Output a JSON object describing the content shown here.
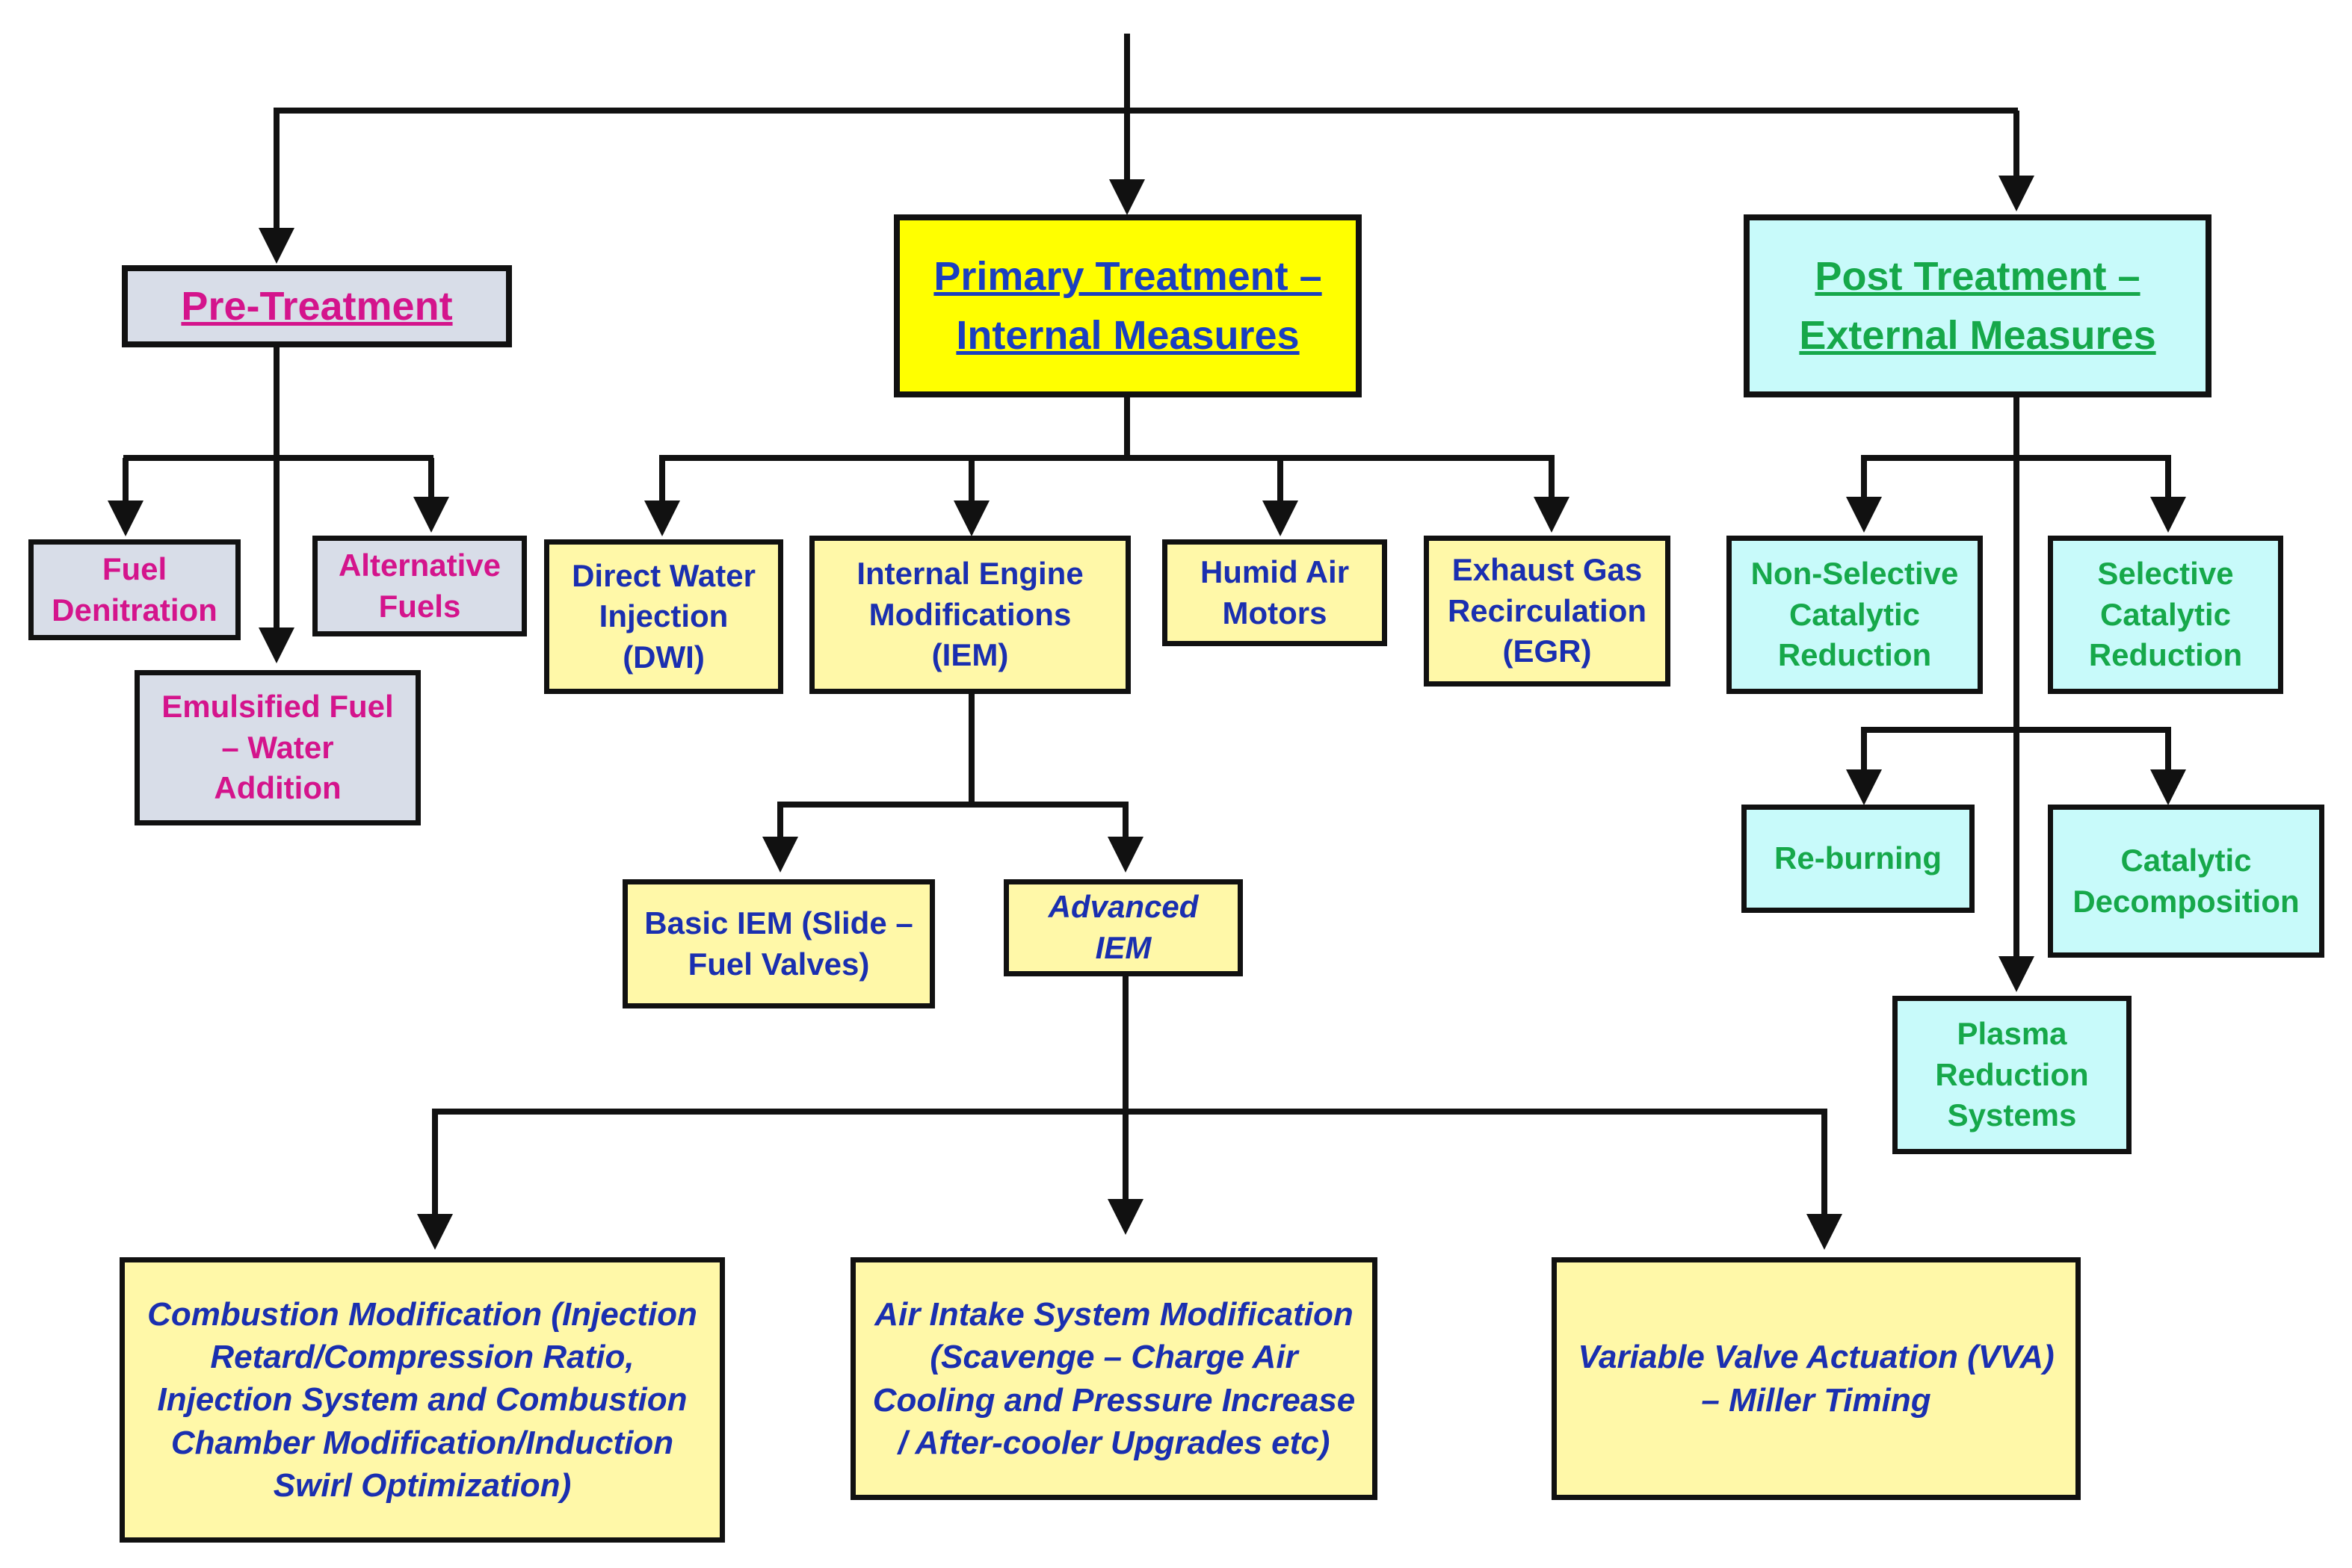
{
  "headers": {
    "pre": "Pre-Treatment",
    "primary": "Primary Treatment – Internal Measures",
    "post": "Post Treatment – External Measures"
  },
  "pre_items": {
    "fuel_denitration": "Fuel Denitration",
    "alternative_fuels": "Alternative Fuels",
    "emulsified_fuel": "Emulsified Fuel – Water Addition"
  },
  "primary_items": {
    "dwi": "Direct Water Injection (DWI)",
    "iem": "Internal Engine Modifications (IEM)",
    "humid_air": "Humid Air Motors",
    "egr": "Exhaust Gas Recirculation (EGR)",
    "basic_iem": "Basic IEM (Slide – Fuel Valves)",
    "advanced_iem": "Advanced IEM",
    "combustion": "Combustion Modification (Injection Retard/Compression Ratio, Injection System and Combustion Chamber Modification/Induction Swirl Optimization)",
    "air_intake": "Air Intake System Modification (Scavenge – Charge Air Cooling and Pressure Increase / After-cooler Upgrades etc)",
    "vva": "Variable Valve Actuation (VVA) – Miller Timing"
  },
  "post_items": {
    "nscr": "Non-Selective Catalytic Reduction",
    "scr": "Selective Catalytic Reduction",
    "reburning": "Re-burning",
    "catalytic_decomposition": "Catalytic Decomposition",
    "plasma": "Plasma Reduction Systems"
  },
  "colors": {
    "pre_fill": "#d8dde8",
    "pre_text": "#d4148c",
    "primary_header_fill": "#ffff00",
    "primary_fill": "#fff8a8",
    "primary_text": "#1a2fb0",
    "post_fill": "#c8fafa",
    "post_text": "#16a84a",
    "line": "#111111"
  }
}
